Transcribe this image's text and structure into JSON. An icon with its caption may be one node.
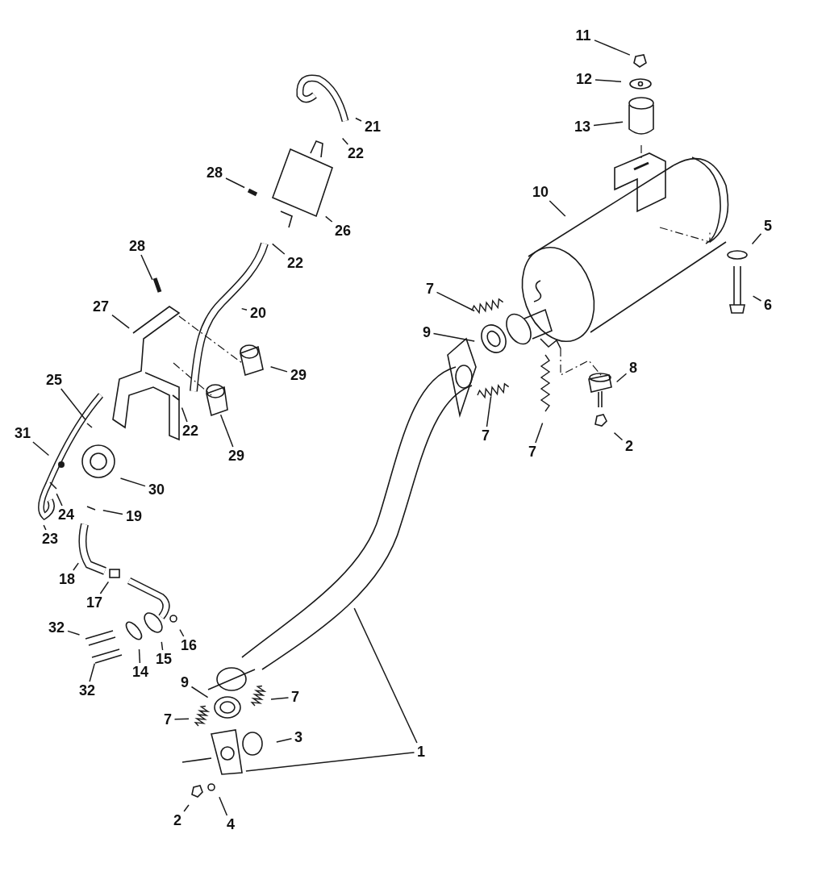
{
  "diagram": {
    "nodes": [
      {
        "text": [
          "11"
        ]
      },
      {
        "text": [
          "12"
        ]
      },
      {
        "text": [
          "13"
        ]
      },
      {
        "text": [
          "10"
        ]
      },
      {
        "text": [
          "5"
        ]
      },
      {
        "text": [
          "6"
        ]
      },
      {
        "text": [
          "7"
        ]
      },
      {
        "text": [
          "9"
        ]
      },
      {
        "text": [
          "7"
        ]
      },
      {
        "text": [
          "7"
        ]
      },
      {
        "text": [
          "8"
        ]
      },
      {
        "text": [
          "2"
        ]
      },
      {
        "text": [
          "21"
        ]
      },
      {
        "text": [
          "22"
        ]
      },
      {
        "text": [
          "28"
        ]
      },
      {
        "text": [
          "26"
        ]
      },
      {
        "text": [
          "22"
        ]
      },
      {
        "text": [
          "28"
        ]
      },
      {
        "text": [
          "20"
        ]
      },
      {
        "text": [
          "27"
        ]
      },
      {
        "text": [
          "29"
        ]
      },
      {
        "text": [
          "29"
        ]
      },
      {
        "text": [
          "22"
        ]
      },
      {
        "text": [
          "25"
        ]
      },
      {
        "text": [
          "31"
        ]
      },
      {
        "text": [
          "30"
        ]
      },
      {
        "text": [
          "24"
        ]
      },
      {
        "text": [
          "19"
        ]
      },
      {
        "text": [
          "23"
        ]
      },
      {
        "text": [
          "18"
        ]
      },
      {
        "text": [
          "17"
        ]
      },
      {
        "text": [
          "16"
        ]
      },
      {
        "text": [
          "15"
        ]
      },
      {
        "text": [
          "14"
        ]
      },
      {
        "text": [
          "32"
        ]
      },
      {
        "text": [
          "32"
        ]
      },
      {
        "text": [
          "9"
        ]
      },
      {
        "text": [
          "7"
        ]
      },
      {
        "text": [
          "7"
        ]
      },
      {
        "text": [
          "3"
        ]
      },
      {
        "text": [
          "1"
        ]
      },
      {
        "text": [
          "2"
        ]
      },
      {
        "text": [
          "4"
        ]
      }
    ],
    "edges": [
      {
        "from": 0,
        "to": null,
        "arrow": "none"
      },
      {
        "from": 1,
        "to": null,
        "arrow": "none"
      },
      {
        "from": 2,
        "to": null,
        "arrow": "none"
      },
      {
        "from": 3,
        "to": null,
        "arrow": "none"
      },
      {
        "from": 4,
        "to": null,
        "arrow": "none"
      },
      {
        "from": 5,
        "to": null,
        "arrow": "none"
      },
      {
        "from": 6,
        "to": null,
        "arrow": "none"
      },
      {
        "from": 7,
        "to": null,
        "arrow": "none"
      },
      {
        "from": 8,
        "to": null,
        "arrow": "none"
      },
      {
        "from": 9,
        "to": null,
        "arrow": "none"
      },
      {
        "from": 10,
        "to": null,
        "arrow": "none"
      },
      {
        "from": 11,
        "to": null,
        "arrow": "none"
      },
      {
        "from": 12,
        "to": null,
        "arrow": "none"
      },
      {
        "from": 13,
        "to": null,
        "arrow": "none"
      },
      {
        "from": 14,
        "to": null,
        "arrow": "none"
      },
      {
        "from": 15,
        "to": null,
        "arrow": "none"
      },
      {
        "from": 16,
        "to": null,
        "arrow": "none"
      },
      {
        "from": 17,
        "to": null,
        "arrow": "none"
      },
      {
        "from": 18,
        "to": null,
        "arrow": "none"
      },
      {
        "from": 19,
        "to": null,
        "arrow": "none"
      },
      {
        "from": 20,
        "to": null,
        "arrow": "none"
      },
      {
        "from": 21,
        "to": null,
        "arrow": "none"
      },
      {
        "from": 22,
        "to": null,
        "arrow": "none"
      },
      {
        "from": 23,
        "to": null,
        "arrow": "none"
      },
      {
        "from": 24,
        "to": null,
        "arrow": "none"
      },
      {
        "from": 25,
        "to": null,
        "arrow": "none"
      },
      {
        "from": 26,
        "to": null,
        "arrow": "none"
      },
      {
        "from": 27,
        "to": null,
        "arrow": "none"
      },
      {
        "from": 28,
        "to": null,
        "arrow": "none"
      },
      {
        "from": 29,
        "to": null,
        "arrow": "none"
      },
      {
        "from": 30,
        "to": null,
        "arrow": "none"
      },
      {
        "from": 31,
        "to": null,
        "arrow": "none"
      },
      {
        "from": 32,
        "to": null,
        "arrow": "none"
      },
      {
        "from": 33,
        "to": null,
        "arrow": "none"
      },
      {
        "from": 34,
        "to": null,
        "arrow": "none"
      },
      {
        "from": 35,
        "to": null,
        "arrow": "none"
      },
      {
        "from": 36,
        "to": null,
        "arrow": "none"
      },
      {
        "from": 37,
        "to": null,
        "arrow": "none"
      },
      {
        "from": 38,
        "to": null,
        "arrow": "none"
      },
      {
        "from": 39,
        "to": null,
        "arrow": "none"
      },
      {
        "from": 40,
        "to": null,
        "arrow": "none"
      },
      {
        "from": 40,
        "to": null,
        "arrow": "none"
      },
      {
        "from": 41,
        "to": null,
        "arrow": "none"
      },
      {
        "from": 42,
        "to": null,
        "arrow": "none"
      }
    ]
  }
}
